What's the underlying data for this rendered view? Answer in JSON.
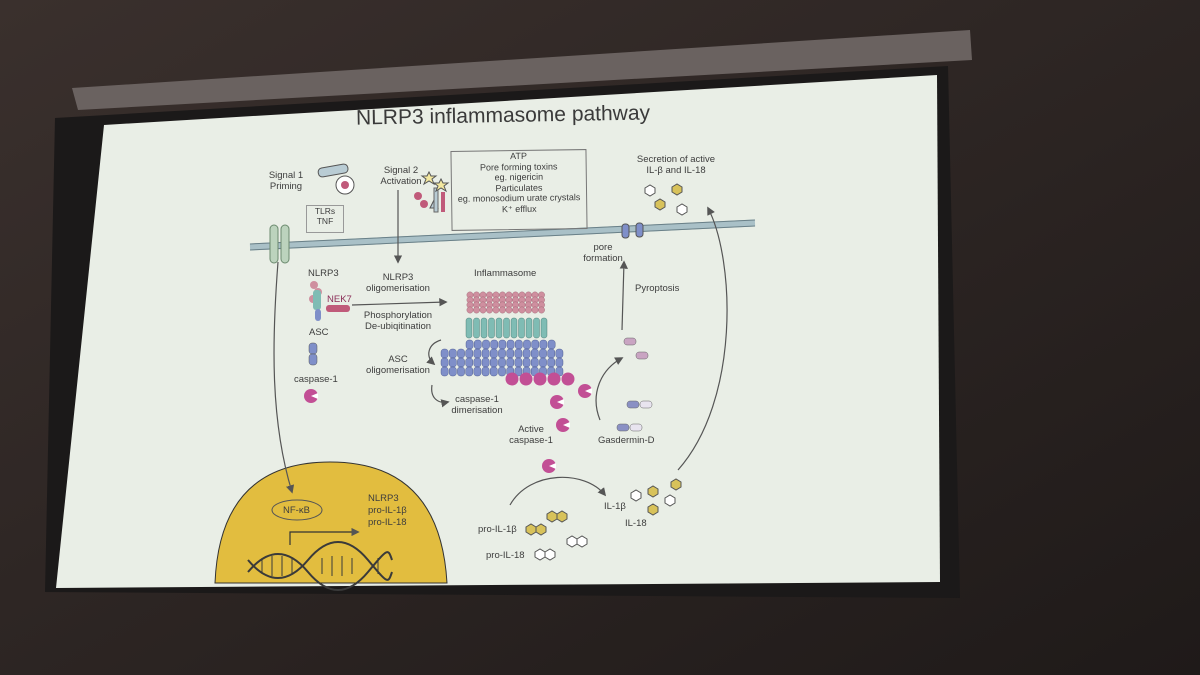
{
  "title": "NLRP3 inflammasome pathway",
  "signal1": {
    "line1": "Signal 1",
    "line2": "Priming"
  },
  "signal2": {
    "line1": "Signal 2",
    "line2": "Activation"
  },
  "receptors": {
    "line1": "TLRs",
    "line2": "TNF"
  },
  "stimuli": [
    "ATP",
    "Pore forming toxins",
    "eg. nigericin",
    "Particulates",
    "eg. monosodium urate crystals",
    "K⁺ efflux"
  ],
  "secretion": {
    "line1": "Secretion of active",
    "line2": "IL-β and IL-18"
  },
  "pore": {
    "line1": "pore",
    "line2": "formation"
  },
  "labels": {
    "nlrp3": "NLRP3",
    "nek7": "NEK7",
    "asc": "ASC",
    "caspase1": "caspase-1",
    "inflammasome": "Inflammasome",
    "pyroptosis": "Pyroptosis",
    "gasdermin": "Gasdermin-D",
    "nfkb": "NF-κB",
    "il1b": "IL-1β",
    "il18": "IL-18",
    "pro_il1b": "pro-IL-1β",
    "pro_il18": "pro-IL-18"
  },
  "steps": {
    "oligo1": "NLRP3",
    "oligo2": "oligomerisation",
    "phos1": "Phosphorylation",
    "phos2": "De-ubiqitination",
    "asc1": "ASC",
    "asc2": "oligomerisation",
    "casp1": "caspase-1",
    "casp2": "dimerisation",
    "active1": "Active",
    "active2": "caspase-1"
  },
  "nucleus_genes": [
    "NLRP3",
    "pro-IL-1β",
    "pro-IL-18"
  ],
  "colors": {
    "slide_bg": "#e9eee6",
    "membrane": "#a9c0c7",
    "nlrp3_pink": "#cf8f9f",
    "nek7_pink": "#c05a7a",
    "asc_blue": "#7f8fc9",
    "caspase_magenta": "#c24f95",
    "teal": "#7fbcb4",
    "nucleus": "#e2bd3f",
    "il1b_yellow": "#d8c25a"
  }
}
